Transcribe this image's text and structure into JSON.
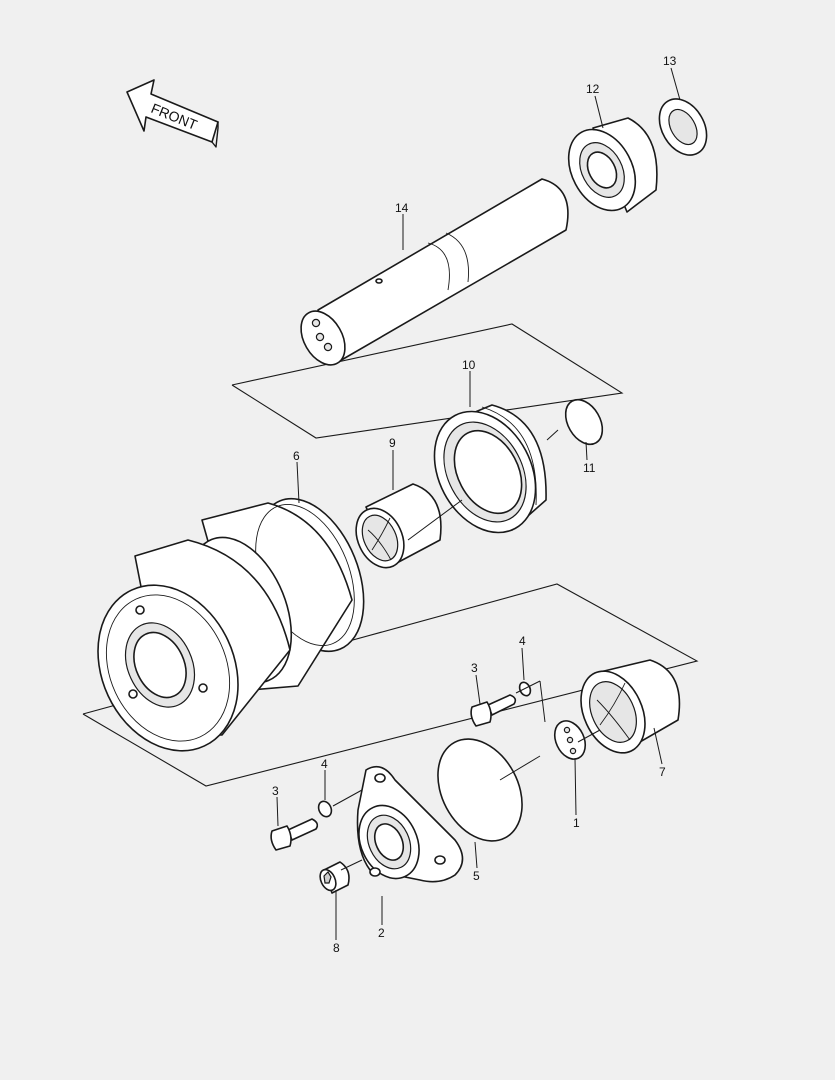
{
  "front_label": "FRONT",
  "callouts": {
    "c1": "1",
    "c2": "2",
    "c3a": "3",
    "c3b": "3",
    "c4a": "4",
    "c4b": "4",
    "c5": "5",
    "c6": "6",
    "c7": "7",
    "c8": "8",
    "c9": "9",
    "c10": "10",
    "c11": "11",
    "c12": "12",
    "c13": "13",
    "c14": "14"
  }
}
